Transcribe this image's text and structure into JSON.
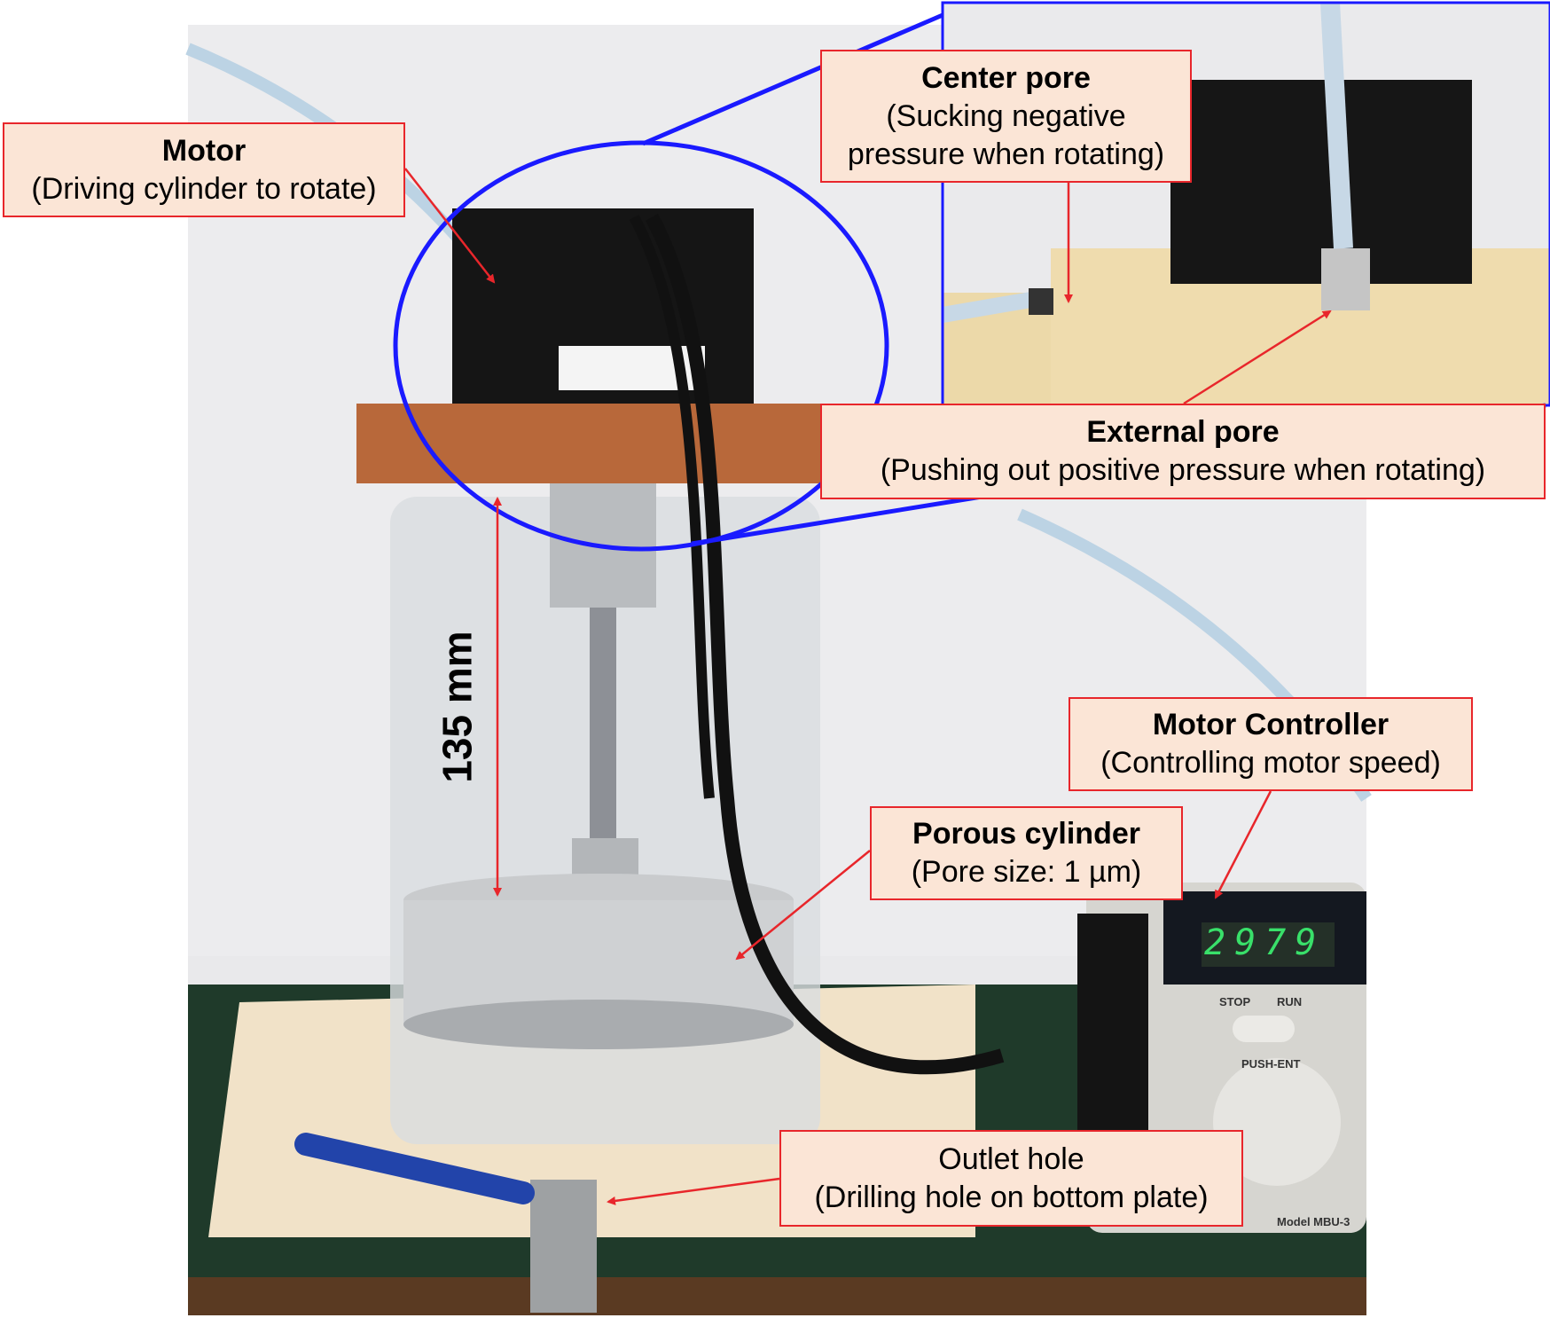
{
  "labels": {
    "motor": {
      "title": "Motor",
      "subtitle": "(Driving cylinder to rotate)"
    },
    "center_pore": {
      "title": "Center pore",
      "subtitle": "(Sucking negative pressure when rotating)"
    },
    "external_pore": {
      "title": "External pore",
      "subtitle": "(Pushing out positive pressure when rotating)"
    },
    "motor_controller": {
      "title": "Motor Controller",
      "subtitle": "(Controlling motor speed)"
    },
    "porous_cylinder": {
      "title": "Porous cylinder",
      "subtitle": "(Pore size: 1 µm)"
    },
    "outlet_hole": {
      "title": "Outlet hole",
      "subtitle": "(Drilling hole on bottom plate)"
    }
  },
  "dimension": "135 mm",
  "controller": {
    "display": "2979",
    "stop": "STOP",
    "run": "RUN",
    "push": "PUSH-ENT",
    "model": "Model MBU-3"
  },
  "colors": {
    "label_fill": "#fbe5d6",
    "label_border": "#e8262b",
    "arrow": "#e8262b",
    "zoom_outline": "#1a1aff",
    "lcd": "#39e06a"
  }
}
